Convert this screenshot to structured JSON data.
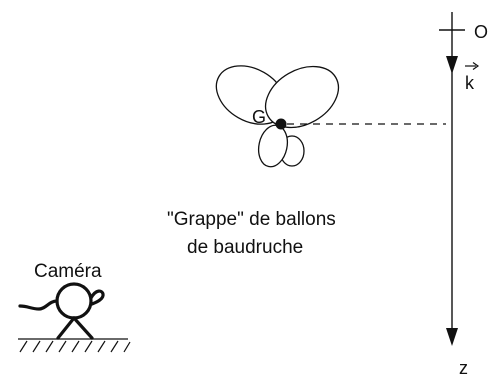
{
  "axis": {
    "origin_label": "O",
    "unit_vector_label": "k",
    "axis_label": "z"
  },
  "balloons": {
    "center_label": "G",
    "caption_line1": "\"Grappe\" de ballons",
    "caption_line2": "de baudruche"
  },
  "camera": {
    "label": "Caméra"
  },
  "colors": {
    "ink": "#111111",
    "background": "#ffffff"
  }
}
